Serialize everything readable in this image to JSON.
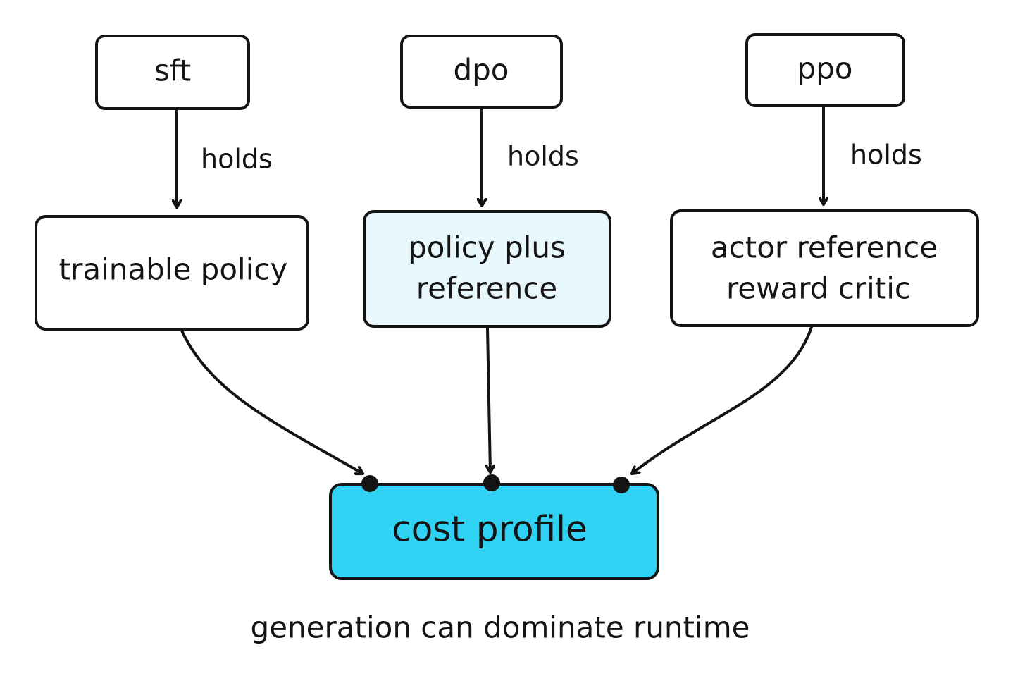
{
  "nodes": {
    "sft": "sft",
    "dpo": "dpo",
    "ppo": "ppo",
    "trainable_policy": "trainable policy",
    "policy_plus_reference": [
      "policy plus",
      "reference"
    ],
    "actor_reference_reward_critic": [
      "actor reference",
      "reward critic"
    ],
    "cost_profile": "cost profile"
  },
  "edges": {
    "sft_holds": "holds",
    "dpo_holds": "holds",
    "ppo_holds": "holds"
  },
  "caption": "generation can dominate runtime",
  "colors": {
    "stroke": "#141414",
    "light_fill": "#e8f8fd",
    "accent_fill": "#2fd2f3",
    "box_fill": "#ffffff"
  }
}
